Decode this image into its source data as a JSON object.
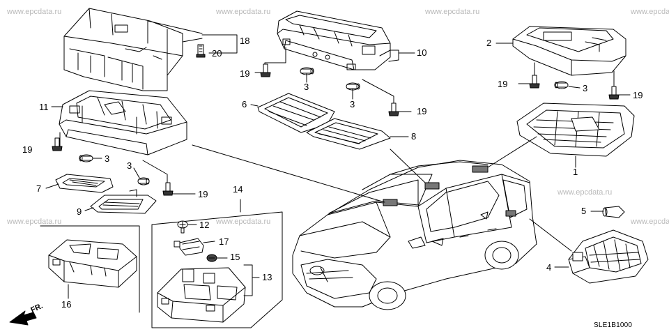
{
  "watermark_text": "www.epcdata.ru",
  "diagram_code": "SLE1B1000",
  "direction_label": "FR.",
  "part_numbers": {
    "p1": "1",
    "p2": "2",
    "p3a": "3",
    "p3b": "3",
    "p3c": "3",
    "p3d": "3",
    "p3e": "3",
    "p4": "4",
    "p5": "5",
    "p6": "6",
    "p7": "7",
    "p8": "8",
    "p9": "9",
    "p10": "10",
    "p11": "11",
    "p12": "12",
    "p13": "13",
    "p14": "14",
    "p15": "15",
    "p16": "16",
    "p17": "17",
    "p18": "18",
    "p19a": "19",
    "p19b": "19",
    "p19c": "19",
    "p19d": "19",
    "p19e": "19",
    "p19f": "19",
    "p20": "20"
  },
  "colors": {
    "line": "#000000",
    "watermark": "#b9b9b9",
    "background": "#ffffff"
  }
}
